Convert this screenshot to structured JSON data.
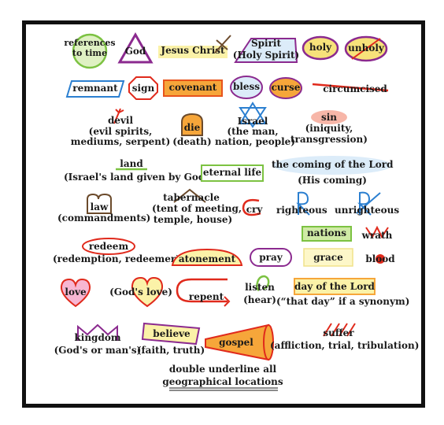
{
  "labels": {
    "references_to_time": [
      "references",
      "to time"
    ],
    "god": "God",
    "jesus_christ": "Jesus Christ",
    "spirit": [
      "Spirit",
      "(Holy Spirit)"
    ],
    "holy": "holy",
    "unholy": "unholy",
    "remnant": "remnant",
    "sign": "sign",
    "covenant": "covenant",
    "bless": "bless",
    "curse": "curse",
    "circumcised": "circumcised",
    "devil": [
      "devil",
      "(evil spirits,",
      "mediums, serpent)"
    ],
    "die": [
      "die",
      "(death)"
    ],
    "israel": [
      "Israel",
      "(the man,",
      "nation, people)"
    ],
    "sin": [
      "sin",
      "(iniquity,",
      "transgression)"
    ],
    "land": [
      "land",
      "(Israel's land given by God)"
    ],
    "eternal_life": "eternal life",
    "coming_of_lord": [
      "the coming of the Lord",
      "(His coming)"
    ],
    "law": [
      "law",
      "(commandments)"
    ],
    "tabernacle": [
      "tabernacle",
      "(tent of meeting,",
      "temple, house)"
    ],
    "cry": "cry",
    "righteous": "righteous",
    "unrighteous": "unrighteous",
    "nations": "nations",
    "wrath": "wrath",
    "redeem": [
      "redeem",
      "(redemption, redeemer)"
    ],
    "atonement": "atonement",
    "pray": "pray",
    "grace": "grace",
    "blood": "blood",
    "love": "love",
    "gods_love": "(God's love)",
    "repent": "repent",
    "listen": [
      "listen",
      "(hear)"
    ],
    "day_of_lord": [
      "day of the Lord",
      "(“that day” if a synonym)"
    ],
    "kingdom": [
      "kingdom",
      "(God's or man's)"
    ],
    "believe": [
      "believe",
      "(faith, truth)"
    ],
    "gospel": "gospel",
    "suffer": [
      "suffer",
      "(affliction, trial, tribulation)"
    ],
    "footer": [
      "double underline all",
      "geographical locations"
    ]
  },
  "icons": {
    "clock": "clock-icon",
    "triangle": "triangle-icon",
    "cross": "cross-icon",
    "cloud": "cloud-icon",
    "pitchfork": "pitchfork-icon",
    "tombstone": "tombstone-icon",
    "star_of_david": "star-of-david-icon",
    "tablets": "tablets-icon",
    "tent": "tent-icon",
    "arrow": "return-arrow-icon",
    "ear": "ear-icon",
    "crown": "crown-icon",
    "megaphone": "megaphone-icon",
    "heart": "heart-icon"
  },
  "colors": {
    "green": "#7cc242",
    "purple": "#8b2a8f",
    "yellow": "#fbf2a8",
    "orange": "#f6a63a",
    "red": "#e02a1c",
    "blue": "#2b7fd0",
    "brown": "#6b4a2b",
    "pink": "#f7b6d2"
  }
}
